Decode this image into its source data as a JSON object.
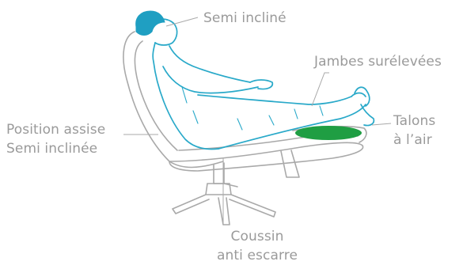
{
  "labels": {
    "semi_incline": "Semi incliné",
    "jambes_surelevees": "Jambes surélevées",
    "talons_line1": "Talons",
    "talons_line2": "à l’air",
    "position_line1": "Position assise",
    "position_line2": "Semi inclinée",
    "coussin_line1": "Coussin",
    "coussin_line2": "anti escarre"
  },
  "colors": {
    "outline": "#a9a9a9",
    "label_text": "#9a9a9a",
    "body_blue": "#29a9c9",
    "hair_blue": "#1f9fc2",
    "cushion_green": "#1f9e43"
  }
}
